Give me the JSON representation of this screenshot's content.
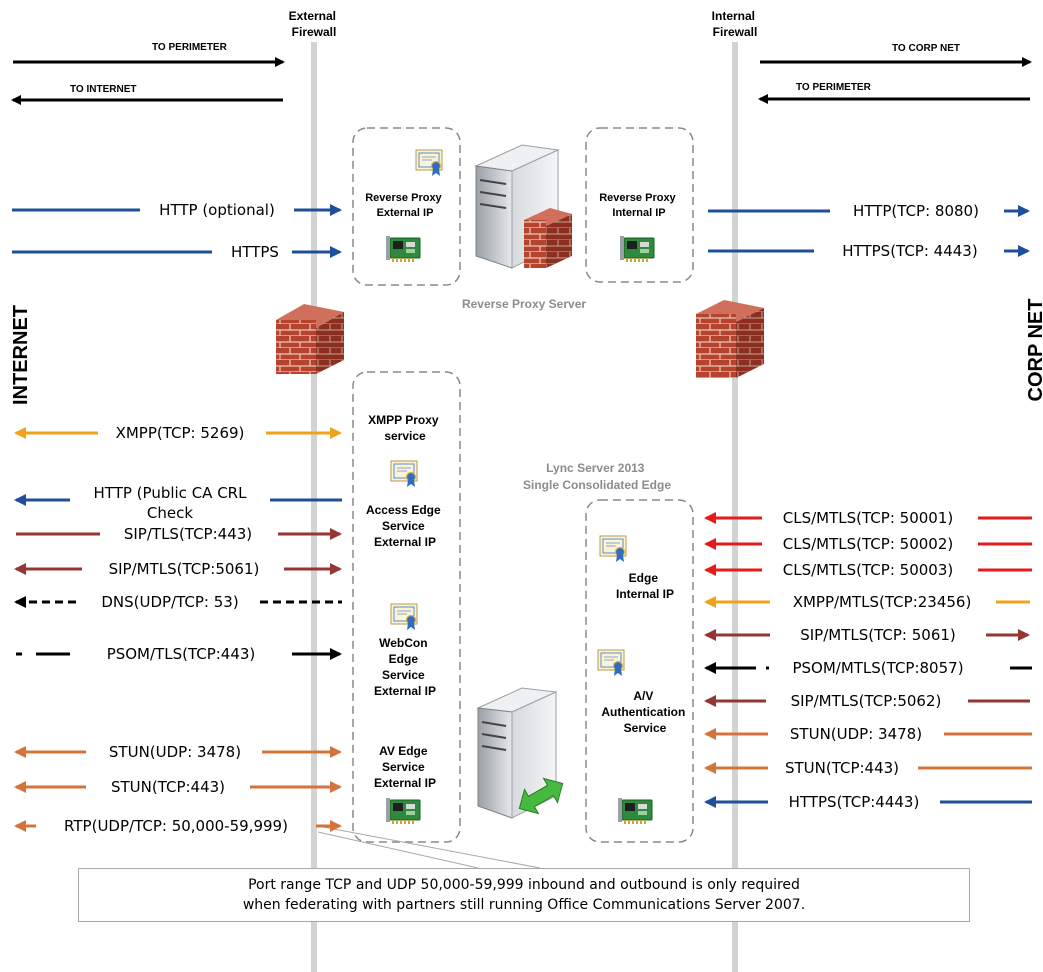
{
  "firewalls": {
    "external": [
      "External",
      "Firewall"
    ],
    "internal": [
      "Internal",
      "Firewall"
    ]
  },
  "zones": {
    "left": "INTERNET",
    "right": "CORP NET"
  },
  "legend": {
    "to_perimeter_left": "TO PERIMETER",
    "to_internet": "TO INTERNET",
    "to_corp_net": "TO CORP NET",
    "to_perimeter_right": "TO PERIMETER"
  },
  "reverse_proxy": {
    "external_ip": [
      "Reverse Proxy",
      "External IP"
    ],
    "internal_ip": [
      "Reverse Proxy",
      "Internal IP"
    ],
    "server_label": "Reverse Proxy Server"
  },
  "edge": {
    "title": [
      "Lync Server 2013",
      "Single Consolidated Edge"
    ],
    "xmpp": [
      "XMPP Proxy",
      "service"
    ],
    "access": [
      "Access Edge",
      "Service",
      "External IP"
    ],
    "webcon": [
      "WebCon",
      "Edge",
      "Service",
      "External IP"
    ],
    "av": [
      "AV Edge",
      "Service",
      "External IP"
    ],
    "internal_ip": [
      "Edge",
      "Internal IP"
    ],
    "av_auth": [
      "A/V",
      "Authentication",
      "Service"
    ]
  },
  "left_flows": [
    "HTTP (optional)",
    "HTTPS",
    "XMPP(TCP: 5269)",
    "HTTP (Public CA CRL",
    "Check",
    "SIP/TLS(TCP:443)",
    "SIP/MTLS(TCP:5061)",
    "DNS(UDP/TCP: 53)",
    "PSOM/TLS(TCP:443)",
    "STUN(UDP: 3478)",
    "STUN(TCP:443)",
    "RTP(UDP/TCP: 50,000-59,999)"
  ],
  "right_flows": [
    "HTTP(TCP: 8080)",
    "HTTPS(TCP: 4443)",
    "CLS/MTLS(TCP: 50001)",
    "CLS/MTLS(TCP: 50002)",
    "CLS/MTLS(TCP: 50003)",
    "XMPP/MTLS(TCP:23456)",
    "SIP/MTLS(TCP: 5061)",
    "PSOM/MTLS(TCP:8057)",
    "SIP/MTLS(TCP:5062)",
    "STUN(UDP: 3478)",
    "STUN(TCP:443)",
    "HTTPS(TCP:4443)"
  ],
  "note": [
    "Port range TCP and UDP 50,000-59,999 inbound and outbound is only required",
    "when federating with partners still running Office Communications Server 2007."
  ],
  "colors": {
    "blue": "#1f4e9a",
    "orange": "#f0a31a",
    "darkred": "#943634",
    "red": "#e41b1b",
    "brown": "#d4743d",
    "black": "#000000",
    "firewall_line": "#d3d3d3"
  }
}
